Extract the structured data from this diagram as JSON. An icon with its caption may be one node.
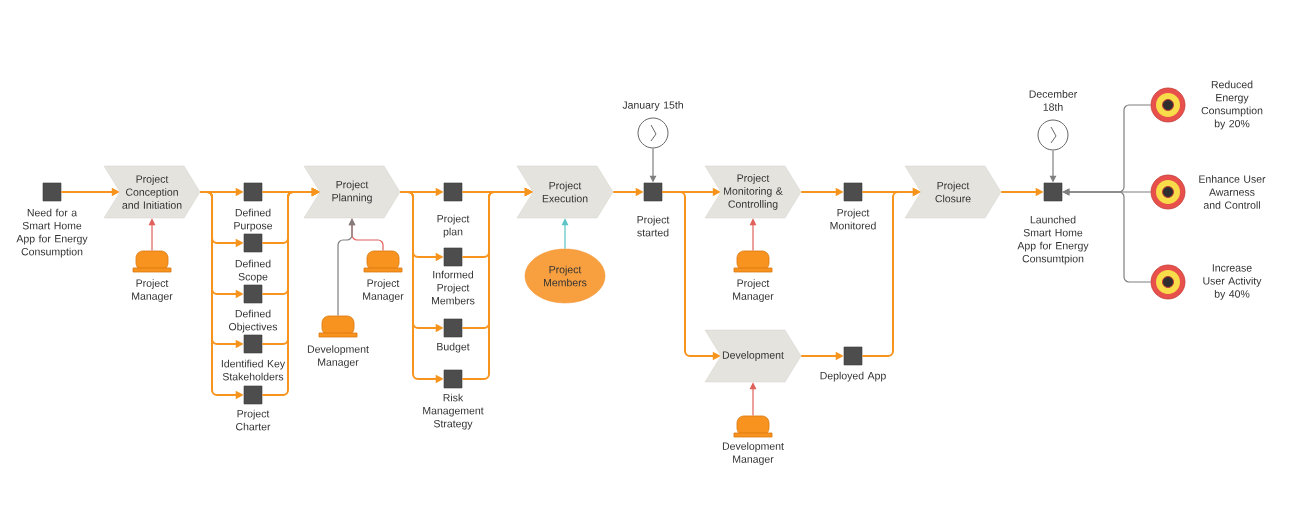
{
  "diagram": {
    "nodes": [
      {
        "text": [
          "Need for a Smart Home App for Energy Consumption"
        ]
      },
      {
        "text": [
          "Project Conception and Initiation"
        ]
      },
      {
        "text": [
          "Project Manager"
        ]
      },
      {
        "text": [
          "Defined Purpose"
        ]
      },
      {
        "text": [
          "Defined Scope"
        ]
      },
      {
        "text": [
          "Defined Objectives"
        ]
      },
      {
        "text": [
          "Identified Key Stakeholders"
        ]
      },
      {
        "text": [
          "Project Charter"
        ]
      },
      {
        "text": [
          "Project Planning"
        ]
      },
      {
        "text": [
          "Project Manager"
        ]
      },
      {
        "text": [
          "Development Manager"
        ]
      },
      {
        "text": [
          "Project plan"
        ]
      },
      {
        "text": [
          "Informed Project Members"
        ]
      },
      {
        "text": [
          "Budget"
        ]
      },
      {
        "text": [
          "Risk Management Strategy"
        ]
      },
      {
        "text": [
          "Project Execution"
        ]
      },
      {
        "text": [
          "Project Members"
        ]
      },
      {
        "text": [
          "January 15th"
        ]
      },
      {
        "text": [
          "Project started"
        ]
      },
      {
        "text": [
          "Project Monitoring & Controlling"
        ]
      },
      {
        "text": [
          "Project Manager"
        ]
      },
      {
        "text": [
          "Project Monitored"
        ]
      },
      {
        "text": [
          "Development"
        ]
      },
      {
        "text": [
          "Development Manager"
        ]
      },
      {
        "text": [
          "Deployed App"
        ]
      },
      {
        "text": [
          "Project Closure"
        ]
      },
      {
        "text": [
          "December 18th"
        ]
      },
      {
        "text": [
          "Launched Smart Home App for Energy Consumtpion"
        ]
      },
      {
        "text": [
          "Reduced Energy Consumption by 20%"
        ]
      },
      {
        "text": [
          "Enhance User Awarness and Controll"
        ]
      },
      {
        "text": [
          "Increase User Activity by 40%"
        ]
      }
    ],
    "edges": [
      {
        "from": 0,
        "to": 1,
        "arrow": "to"
      },
      {
        "from": 2,
        "to": 1,
        "arrow": "to",
        "color": "#e0605a"
      },
      {
        "from": 1,
        "to": 3,
        "arrow": "to"
      },
      {
        "from": 1,
        "to": 4,
        "arrow": "to"
      },
      {
        "from": 1,
        "to": 5,
        "arrow": "to"
      },
      {
        "from": 1,
        "to": 6,
        "arrow": "to"
      },
      {
        "from": 1,
        "to": 7,
        "arrow": "to"
      },
      {
        "from": 3,
        "to": 8,
        "arrow": "to"
      },
      {
        "from": 4,
        "to": 8,
        "arrow": "to"
      },
      {
        "from": 5,
        "to": 8,
        "arrow": "to"
      },
      {
        "from": 6,
        "to": 8,
        "arrow": "to"
      },
      {
        "from": 7,
        "to": 8,
        "arrow": "to"
      },
      {
        "from": 9,
        "to": 8,
        "arrow": "to",
        "color": "#e0605a"
      },
      {
        "from": 10,
        "to": 8,
        "arrow": "to",
        "color": "#7f7f7f"
      },
      {
        "from": 8,
        "to": 11,
        "arrow": "to"
      },
      {
        "from": 8,
        "to": 12,
        "arrow": "to"
      },
      {
        "from": 8,
        "to": 13,
        "arrow": "to"
      },
      {
        "from": 8,
        "to": 14,
        "arrow": "to"
      },
      {
        "from": 11,
        "to": 15,
        "arrow": "to"
      },
      {
        "from": 12,
        "to": 15,
        "arrow": "to"
      },
      {
        "from": 13,
        "to": 15,
        "arrow": "to"
      },
      {
        "from": 14,
        "to": 15,
        "arrow": "to"
      },
      {
        "from": 16,
        "to": 15,
        "arrow": "to",
        "color": "#5cc3c6"
      },
      {
        "from": 15,
        "to": 18,
        "arrow": "to"
      },
      {
        "from": 17,
        "to": 18,
        "arrow": "to",
        "color": "#7f7f7f"
      },
      {
        "from": 18,
        "to": 19,
        "arrow": "to"
      },
      {
        "from": 18,
        "to": 22,
        "arrow": "to"
      },
      {
        "from": 20,
        "to": 19,
        "arrow": "to",
        "color": "#e0605a"
      },
      {
        "from": 23,
        "to": 22,
        "arrow": "to",
        "color": "#e0605a"
      },
      {
        "from": 19,
        "to": 21,
        "arrow": "to"
      },
      {
        "from": 22,
        "to": 24,
        "arrow": "to"
      },
      {
        "from": 21,
        "to": 25,
        "arrow": "to"
      },
      {
        "from": 24,
        "to": 25,
        "arrow": "to"
      },
      {
        "from": 25,
        "to": 27,
        "arrow": "to"
      },
      {
        "from": 26,
        "to": 27,
        "arrow": "to",
        "color": "#7f7f7f"
      },
      {
        "from": 28,
        "to": 27,
        "arrow": "to",
        "color": "#7f7f7f"
      },
      {
        "from": 29,
        "to": 27,
        "arrow": "to",
        "color": "#7f7f7f"
      },
      {
        "from": 30,
        "to": 27,
        "arrow": "to",
        "color": "#7f7f7f"
      }
    ]
  }
}
